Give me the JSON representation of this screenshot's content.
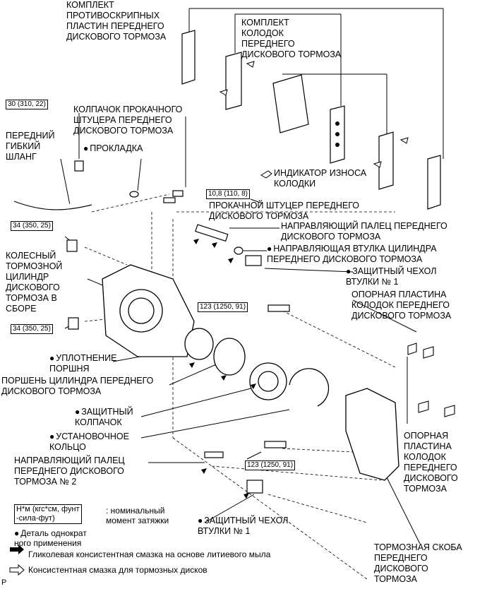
{
  "labels": {
    "anti_squeal_kit": "КОМПЛЕКТ\nПРОТИВОСКРИПНЫХ\nПЛАСТИН ПЕРЕДНЕГО\nДИСКОВОГО ТОРМОЗА",
    "pad_kit": "КОМПЛЕКТ\nКОЛОДОК\nПЕРЕДНЕГО\nДИСКОВОГО ТОРМОЗА",
    "bleeder_cap": "КОЛПАЧОК ПРОКАЧНОГО\nШТУЦЕРА ПЕРЕДНЕГО\nДИСКОВОГО ТОРМОЗА",
    "front_hose": "ПЕРЕДНИЙ\nГИБКИЙ\nШЛАНГ",
    "gasket": "ПРОКЛАДКА",
    "wear_indicator": "ИНДИКАТОР ИЗНОСА\nКОЛОДКИ",
    "bleeder_plug": "ПРОКАЧНОЙ ШТУЦЕР ПЕРЕДНЕГО\nДИСКОВОГО ТОРМОЗА",
    "guide_pin": "НАПРАВЛЯЮЩИЙ ПАЛЕЦ ПЕРЕДНЕГО\nДИСКОВОГО ТОРМОЗА",
    "guide_bushing": "НАПРАВЛЯЮЩАЯ ВТУЛКА ЦИЛИНДРА\nПЕРЕДНЕГО ДИСКОВОГО ТОРМОЗА",
    "boot_1_top": "ЗАЩИТНЫЙ ЧЕХОЛ\nВТУЛКИ № 1",
    "support_plate_top": "ОПОРНАЯ ПЛАСТИНА\nКОЛОДОК ПЕРЕДНЕГО\nДИСКОВОГО ТОРМОЗА",
    "cylinder_assy": "КОЛЕСНЫЙ\nТОРМОЗНОЙ\nЦИЛИНДР\nДИСКОВОГО\nТОРМОЗА В\nСБОРЕ",
    "piston_seal": "УПЛОТНЕНИЕ\nПОРШНЯ",
    "piston": "ПОРШЕНЬ ЦИЛИНДРА ПЕРЕДНЕГО\nДИСКОВОГО ТОРМОЗА",
    "dust_boot": "ЗАЩИТНЫЙ\nКОЛПАЧОК",
    "set_ring": "УСТАНОВОЧНОЕ\nКОЛЬЦО",
    "guide_pin_2": "НАПРАВЛЯЮЩИЙ ПАЛЕЦ\nПЕРЕДНЕГО ДИСКОВОГО\nТОРМОЗА № 2",
    "support_plate_right": "ОПОРНАЯ\nПЛАСТИНА\nКОЛОДОК\nПЕРЕДНЕГО\nДИСКОВОГО\nТОРМОЗА",
    "boot_1_bottom": "ЗАЩИТНЫЙ ЧЕХОЛ\nВТУЛКИ № 1",
    "mounting": "ТОРМОЗНАЯ СКОБА\nПЕРЕДНЕГО\nДИСКОВОГО\nТОРМОЗА",
    "corner": "P"
  },
  "torques": {
    "hose_bolt": "30 (310, 22)",
    "bleeder": "10,8 (110, 8)",
    "cyl_bolt_top": "34 (350, 25)",
    "cyl_bolt_bottom": "34 (350, 25)",
    "mount_bolt_top": "123 (1250, 91)",
    "mount_bolt_bottom": "123 (1250, 91)"
  },
  "legend": {
    "torque_box": "Н*м (кгс*см, фунт\n-сила-фут)",
    "torque_text": ": номинальный\nмомент затяжки",
    "non_reusable": "Деталь однократ\nного применения",
    "lithium_grease": "Гликолевая консистентная смазка на основе литиевого мыла",
    "disc_grease": "Консистентная смазка для тормозных дисков"
  }
}
